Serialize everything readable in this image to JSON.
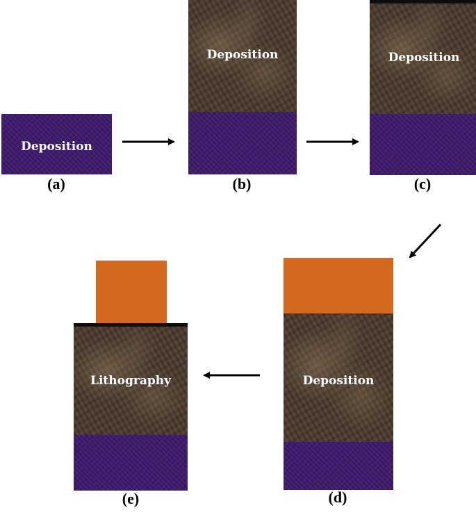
{
  "steps": {
    "a": {
      "caption": "(a)",
      "layer_text": "Deposition"
    },
    "b": {
      "caption": "(b)",
      "layer_text": "Deposition"
    },
    "c": {
      "caption": "(c)",
      "layer_text": "Deposition"
    },
    "d": {
      "caption": "(d)",
      "layer_text": "Deposition"
    },
    "e": {
      "caption": "(e)",
      "layer_text": "Lithography"
    }
  },
  "colors": {
    "substrate": "#3d1a6b",
    "deposited_film": "#4a3a2c",
    "thin_layer": "#0d0d0d",
    "photoresist": "#d4691e",
    "arrow": "#000000"
  },
  "icons": {
    "arrow_ab": "arrow-right-icon",
    "arrow_bc": "arrow-right-icon",
    "arrow_cd": "arrow-down-left-icon",
    "arrow_de": "arrow-left-icon"
  }
}
